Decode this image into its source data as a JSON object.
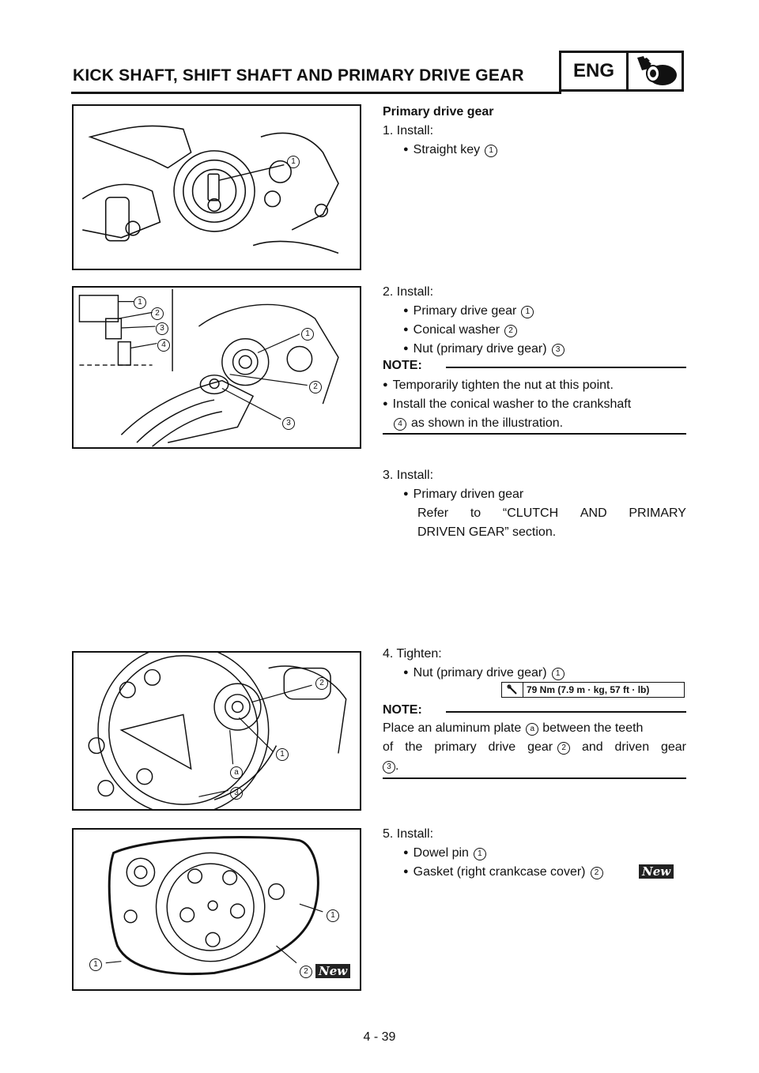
{
  "header": {
    "title": "KICK SHAFT, SHIFT SHAFT AND PRIMARY DRIVE GEAR",
    "section_badge": "ENG",
    "section_icon": "engine-bolt-icon"
  },
  "section": {
    "heading": "Primary drive gear"
  },
  "steps": [
    {
      "label": "1.  Install:",
      "items": [
        {
          "text": "Straight key",
          "ref": "1"
        }
      ]
    },
    {
      "label": "2.  Install:",
      "items": [
        {
          "text": "Primary drive gear",
          "ref": "1"
        },
        {
          "text": "Conical washer",
          "ref": "2"
        },
        {
          "text": "Nut (primary drive gear)",
          "ref": "3"
        }
      ],
      "note": {
        "label": "NOTE:",
        "bullets": [
          "Temporarily tighten the nut at this point.",
          "Install the conical washer to the crankshaft",
          "as shown in the illustration."
        ],
        "ref": "4"
      }
    },
    {
      "label": "3.  Install:",
      "items": [
        {
          "text": "Primary driven gear"
        }
      ],
      "refer_words": [
        "Refer",
        "to",
        "“CLUTCH",
        "AND",
        "PRIMARY"
      ],
      "refer_line2": "DRIVEN GEAR” section."
    },
    {
      "label": "4.  Tighten:",
      "items": [
        {
          "text": "Nut (primary drive gear)",
          "ref": "1"
        }
      ],
      "torque": "79 Nm (7.9 m · kg, 57 ft · lb)",
      "torque_icon": "torque-wrench-icon",
      "note": {
        "label": "NOTE:",
        "line1a": "Place an aluminum plate",
        "ref_a": "a",
        "line1b": "between the teeth",
        "line2_words": [
          "of",
          "the",
          "primary",
          "drive",
          "gear"
        ],
        "ref_2": "2",
        "line2_tail_words": [
          "and",
          "driven",
          "gear"
        ],
        "ref_3": "3"
      }
    },
    {
      "label": "5.  Install:",
      "items": [
        {
          "text": "Dowel pin",
          "ref": "1"
        },
        {
          "text": "Gasket (right crankcase cover)",
          "ref": "2"
        }
      ],
      "new_badge": "New"
    }
  ],
  "figures": [
    {
      "callouts": [
        "1"
      ]
    },
    {
      "callouts": [
        "1",
        "2",
        "3",
        "4",
        "1",
        "2",
        "3"
      ]
    },
    {
      "callouts": [
        "2",
        "1",
        "a",
        "3"
      ]
    },
    {
      "callouts": [
        "1",
        "1",
        "2"
      ],
      "new_badge": "New"
    }
  ],
  "page_number": "4 - 39"
}
